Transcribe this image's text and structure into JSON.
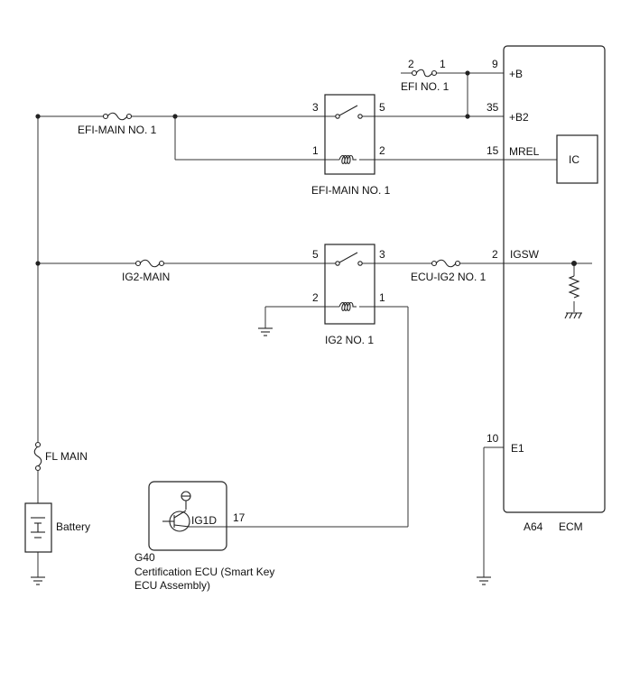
{
  "fuses": {
    "efi_no1": "EFI NO. 1",
    "efi_main_no1": "EFI-MAIN NO. 1",
    "ig2_main": "IG2-MAIN",
    "ecu_ig2_no1": "ECU-IG2 NO. 1",
    "fl_main": "FL MAIN"
  },
  "relays": {
    "efi_main": {
      "label": "EFI-MAIN NO. 1",
      "pins": [
        "3",
        "5",
        "1",
        "2"
      ]
    },
    "ig2": {
      "label": "IG2 NO. 1",
      "pins": [
        "5",
        "3",
        "2",
        "1"
      ]
    }
  },
  "efi_no1_pins": [
    "2",
    "1"
  ],
  "battery": "Battery",
  "ecm": {
    "label": "ECM",
    "code": "A64",
    "pins": [
      "9",
      "35",
      "15",
      "2",
      "10"
    ],
    "terminals": [
      "+B",
      "+B2",
      "MREL",
      "IGSW",
      "E1"
    ],
    "ic": "IC"
  },
  "cert_ecu": {
    "code": "G40",
    "name_line1": "Certification ECU (Smart Key",
    "name_line2": "ECU Assembly)",
    "terminal": "IG1D",
    "pin": "17"
  }
}
